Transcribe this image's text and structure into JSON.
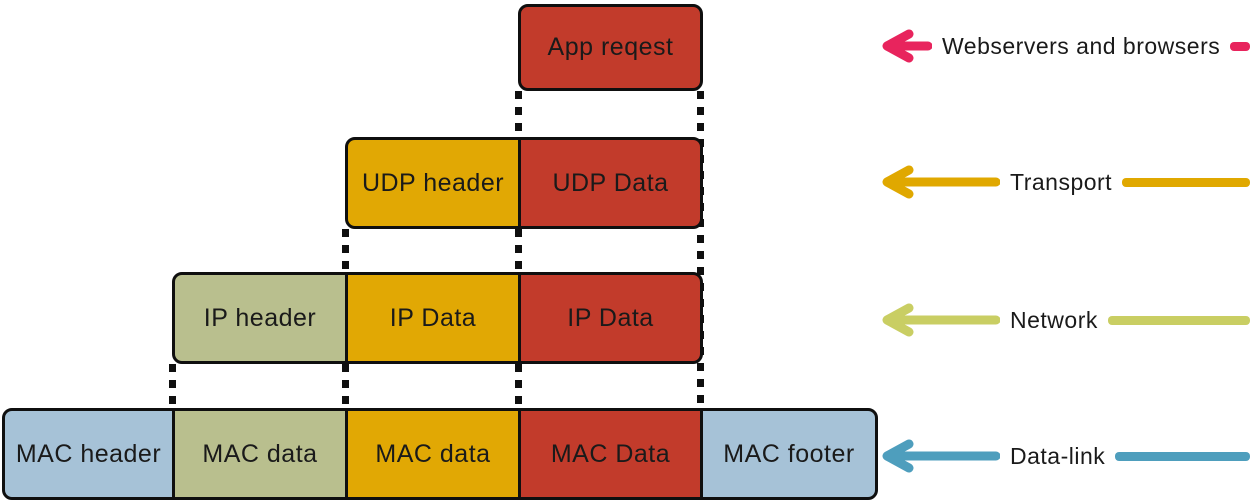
{
  "palette": {
    "box_red": "#C23B2B",
    "box_gold": "#E1A804",
    "box_olive": "#B9BF8E",
    "box_blue": "#A6C2D7",
    "outline": "#0F0F0F",
    "text": "#1A1A1A"
  },
  "diagram": {
    "rows": [
      {
        "layer": "application",
        "boxes": [
          {
            "label": "App reqest",
            "color": "#C23B2B"
          }
        ]
      },
      {
        "layer": "transport",
        "boxes": [
          {
            "label": "UDP header",
            "color": "#E1A804"
          },
          {
            "label": "UDP Data",
            "color": "#C23B2B"
          }
        ]
      },
      {
        "layer": "network",
        "boxes": [
          {
            "label": "IP header",
            "color": "#B9BF8E"
          },
          {
            "label": "IP Data",
            "color": "#E1A804"
          },
          {
            "label": "IP Data",
            "color": "#C23B2B"
          }
        ]
      },
      {
        "layer": "data-link",
        "boxes": [
          {
            "label": "MAC header",
            "color": "#A6C2D7"
          },
          {
            "label": "MAC data",
            "color": "#B9BF8E"
          },
          {
            "label": "MAC data",
            "color": "#E1A804"
          },
          {
            "label": "MAC Data",
            "color": "#C23B2B"
          },
          {
            "label": "MAC footer",
            "color": "#A6C2D7"
          }
        ]
      }
    ]
  },
  "legend": {
    "items": [
      {
        "label": "Webservers and browsers",
        "arrow_color": "#E8245D"
      },
      {
        "label": "Transport",
        "arrow_color": "#E0A800"
      },
      {
        "label": "Network",
        "arrow_color": "#C9CE63"
      },
      {
        "label": "Data-link",
        "arrow_color": "#4E9EBD"
      }
    ]
  }
}
